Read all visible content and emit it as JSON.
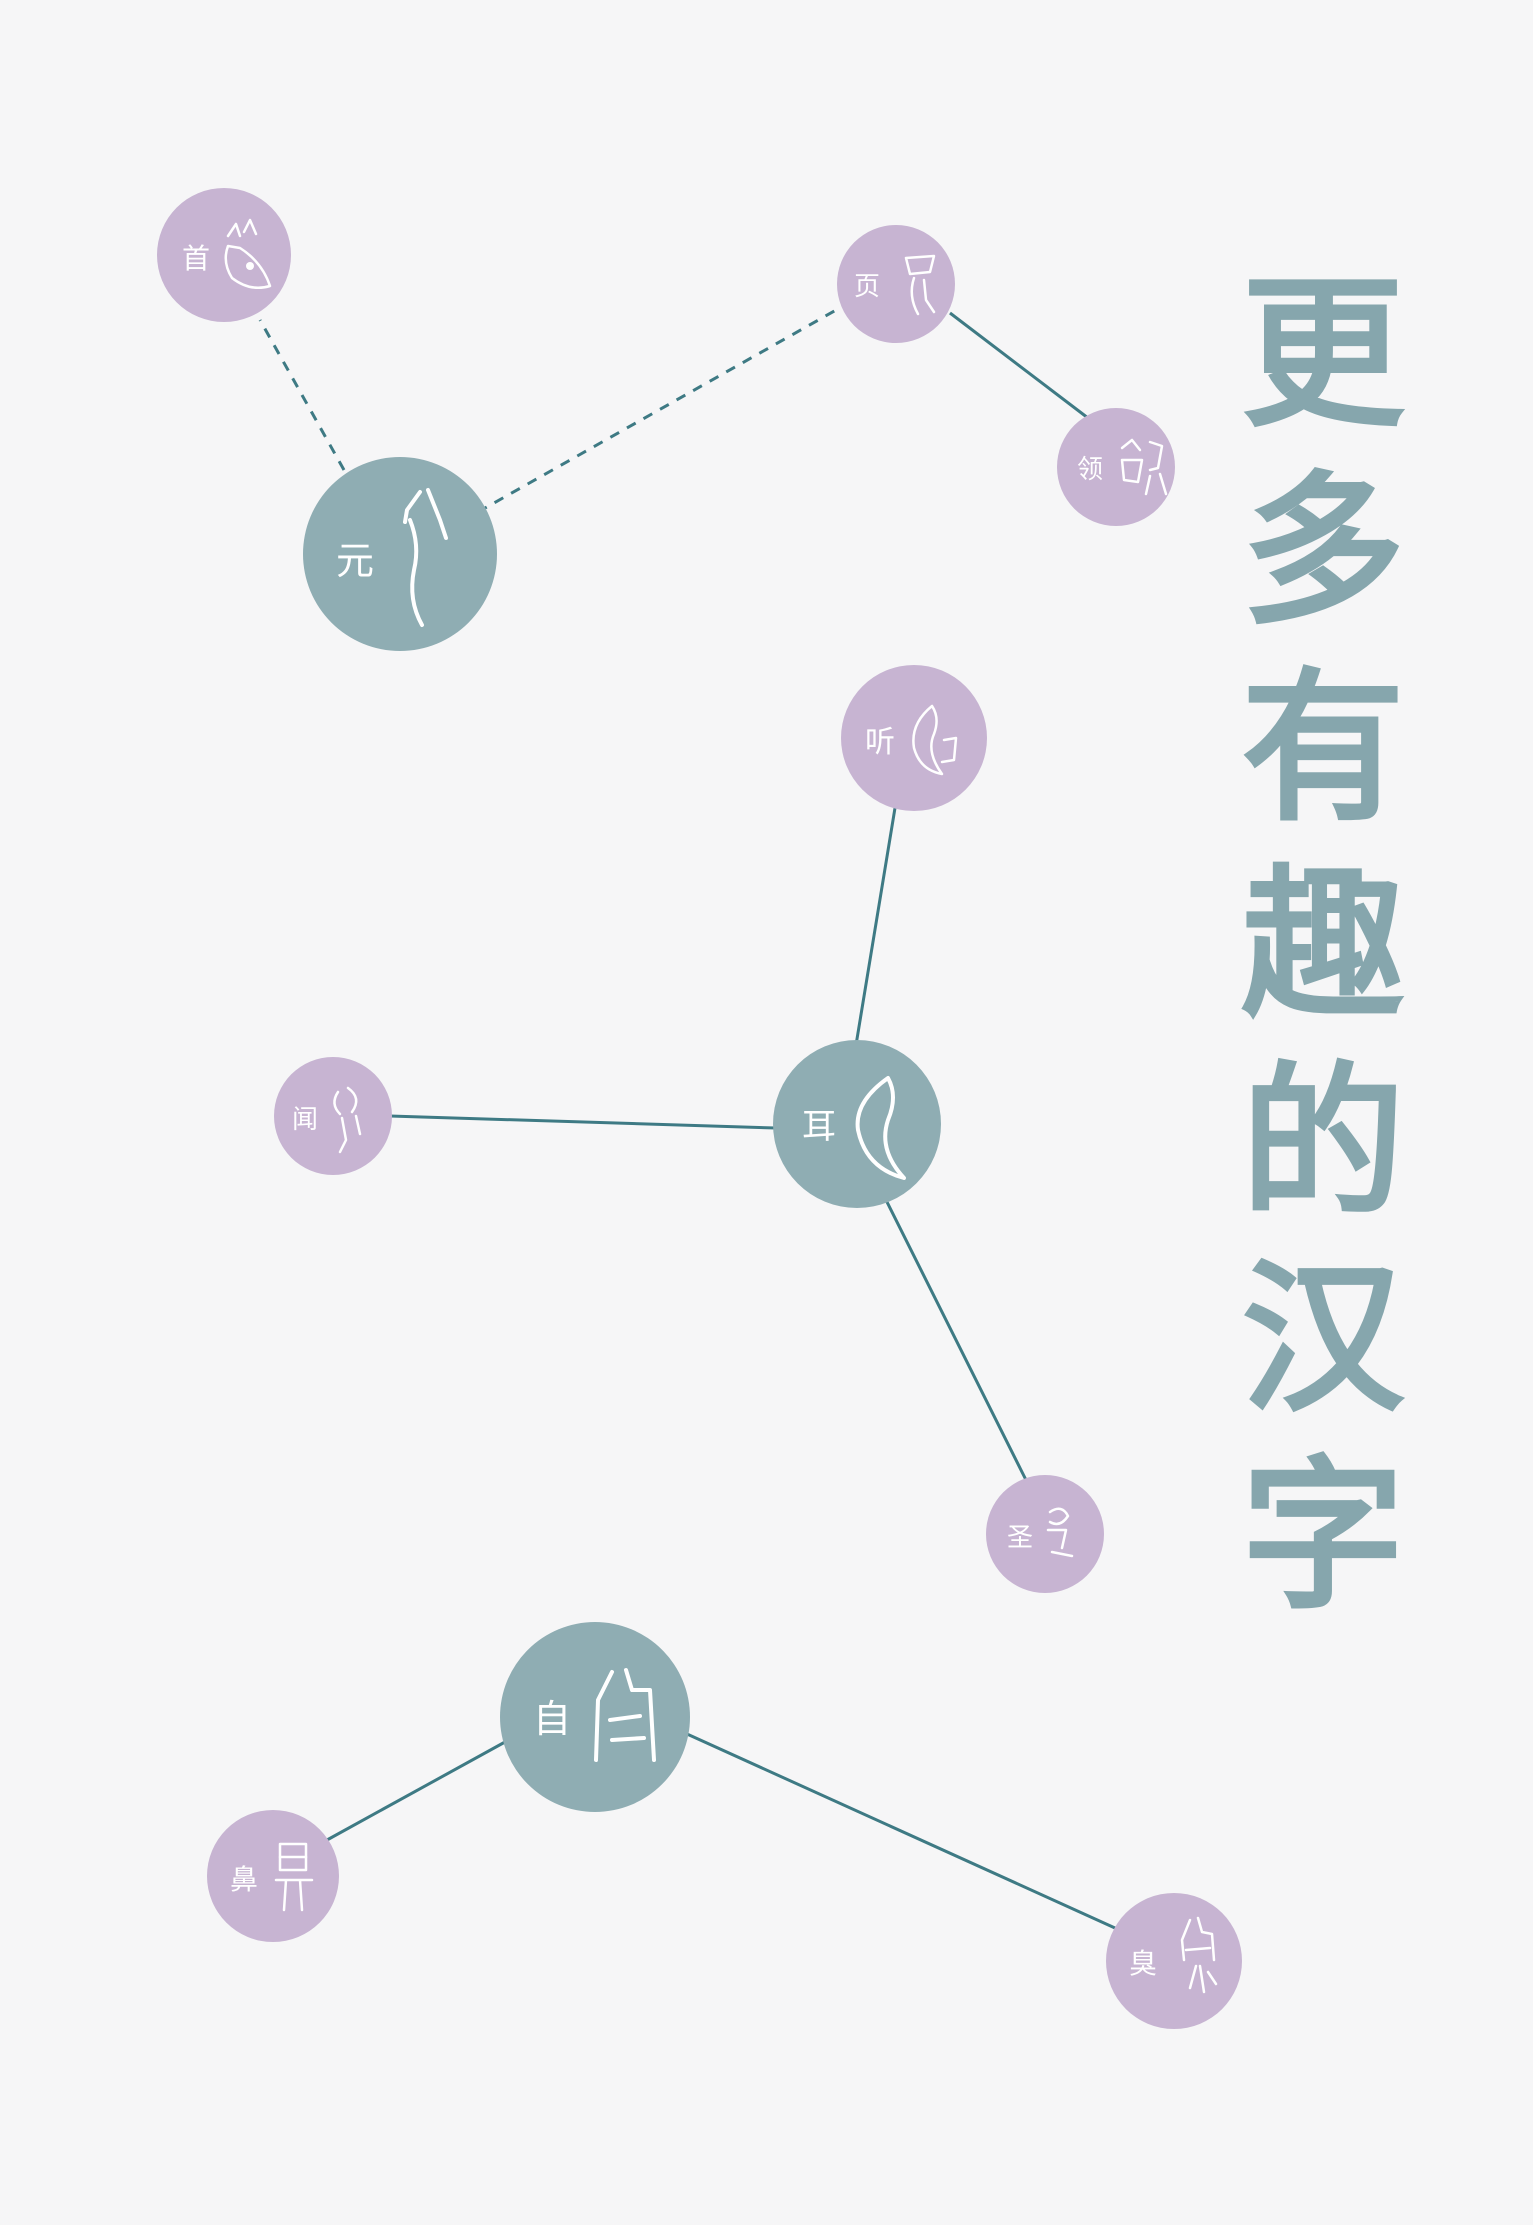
{
  "title_chars": [
    "更",
    "多",
    "有",
    "趣",
    "的",
    "汉",
    "字"
  ],
  "colors": {
    "background": "#f6f6f7",
    "primary_node": "#8fadb3",
    "secondary_node": "#c7b4d2",
    "edge": "#3e7a84",
    "title": "#86a6ad"
  },
  "nodes": {
    "yuan": "元",
    "shou": "首",
    "ye": "页",
    "ling": "领",
    "er": "耳",
    "ting": "听",
    "wen": "闻",
    "sheng": "圣",
    "zi": "自",
    "bi": "鼻",
    "xiu": "臭"
  },
  "edges": [
    {
      "from": "yuan",
      "to": "shou",
      "style": "dashed"
    },
    {
      "from": "yuan",
      "to": "ye",
      "style": "dashed"
    },
    {
      "from": "ye",
      "to": "ling",
      "style": "solid"
    },
    {
      "from": "er",
      "to": "ting",
      "style": "solid"
    },
    {
      "from": "er",
      "to": "wen",
      "style": "solid"
    },
    {
      "from": "er",
      "to": "sheng",
      "style": "solid"
    },
    {
      "from": "zi",
      "to": "bi",
      "style": "solid"
    },
    {
      "from": "zi",
      "to": "xiu",
      "style": "solid"
    }
  ]
}
